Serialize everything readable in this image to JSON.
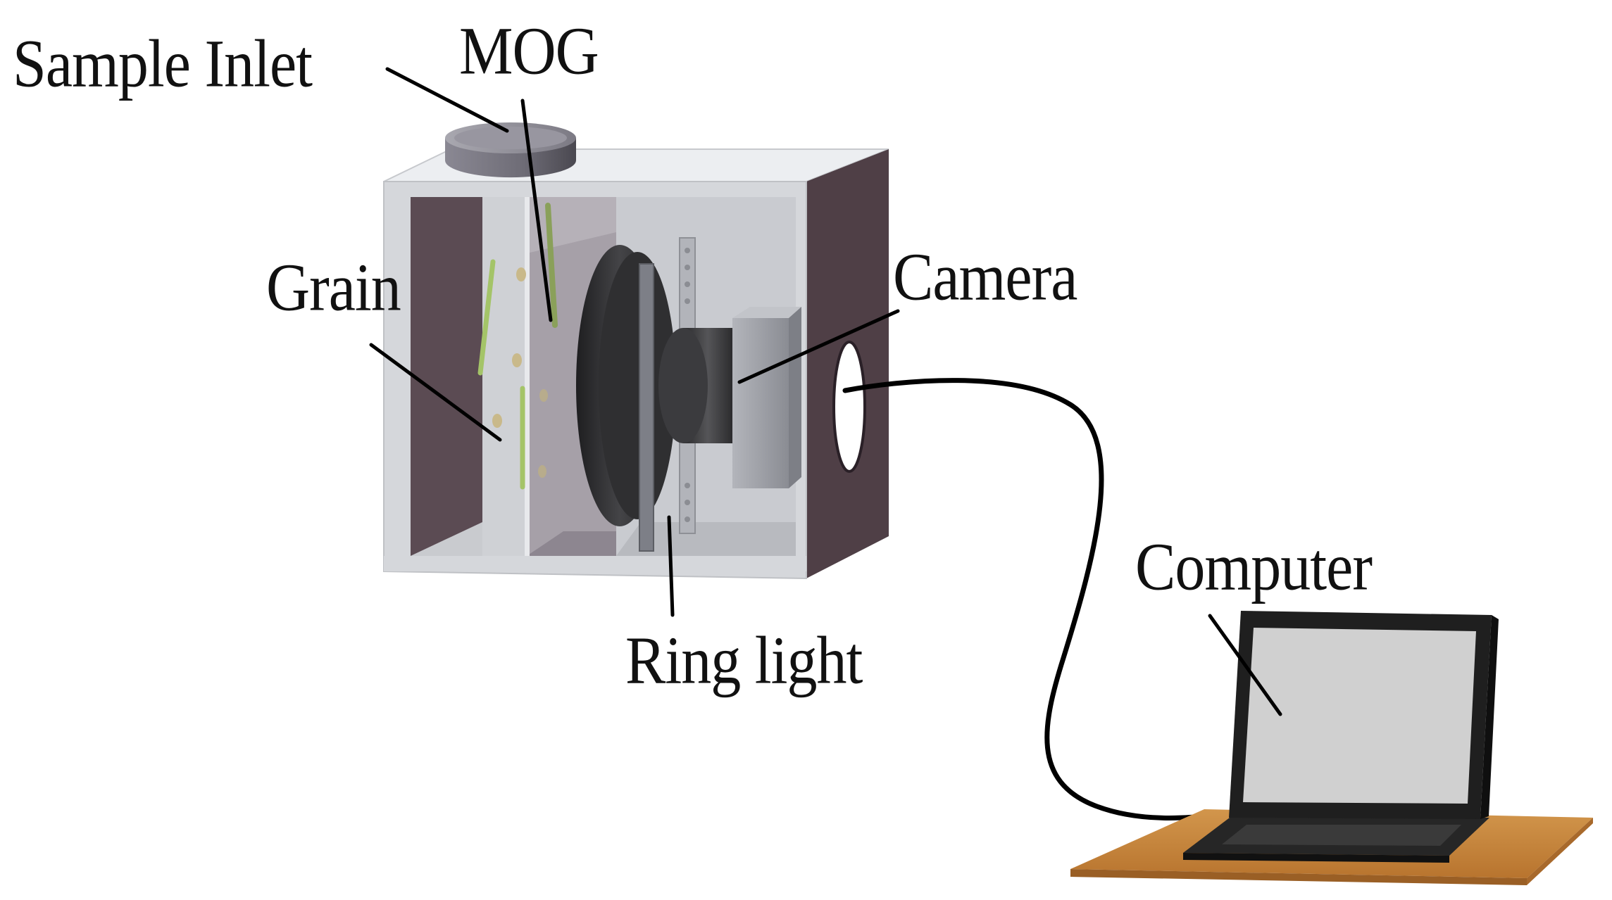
{
  "labels": {
    "sample_inlet": "Sample Inlet",
    "mog": "MOG",
    "grain": "Grain",
    "camera": "Camera",
    "ring_light": "Ring light",
    "computer": "Computer"
  },
  "colors": {
    "box_frame": "#d4d6da",
    "box_side": "#4f3f46",
    "chamber_panel": "#5a4a52",
    "inlet": "#8c8a93",
    "ring_light": "#3a3a3c",
    "camera_body": "#9fa1a8",
    "cable": "#000000",
    "laptop_screen": "#d0d0d0",
    "laptop_body": "#1f1f1f",
    "table": "#c8863a",
    "grain_green": "#a4c468",
    "grain_seed": "#c9b98a"
  }
}
